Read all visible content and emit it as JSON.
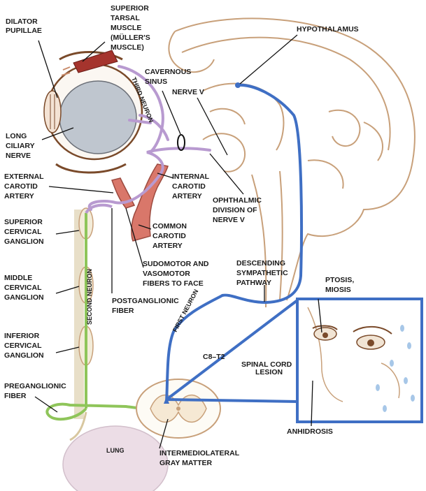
{
  "labels": {
    "dilator": [
      "DILATOR",
      "PUPILLAE"
    ],
    "superior_tarsal": [
      "SUPERIOR",
      "TARSAL",
      "MUSCLE",
      "(MÜLLER'S",
      "MUSCLE)"
    ],
    "hypothalamus": [
      "HYPOTHALAMUS"
    ],
    "cavernous": [
      "CAVERNOUS",
      "SINUS"
    ],
    "third_neuron": "THIRD NEURON",
    "nerve_v": [
      "NERVE V"
    ],
    "long_ciliary": [
      "LONG",
      "CILIARY",
      "NERVE"
    ],
    "external_carotid": [
      "EXTERNAL",
      "CAROTID",
      "ARTERY"
    ],
    "internal_carotid": [
      "INTERNAL",
      "CAROTID",
      "ARTERY"
    ],
    "ophthalmic": [
      "OPHTHALMIC",
      "DIVISION OF",
      "NERVE V"
    ],
    "superior_cervical": [
      "SUPERIOR",
      "CERVICAL",
      "GANGLION"
    ],
    "common_carotid": [
      "COMMON",
      "CAROTID",
      "ARTERY"
    ],
    "sudomotor": [
      "SUDOMOTOR AND",
      "VASOMOTOR",
      "FIBERS TO FACE"
    ],
    "descending": [
      "DESCENDING",
      "SYMPATHETIC",
      "PATHWAY"
    ],
    "middle_cervical": [
      "MIDDLE",
      "CERVICAL",
      "GANGLION"
    ],
    "second_neuron": "SECOND NEURON",
    "ptosis": [
      "PTOSIS,",
      "MIOSIS"
    ],
    "postganglionic": [
      "POSTGANGLIONIC",
      "FIBER"
    ],
    "first_neuron": "FIRST NEURON",
    "inferior_cervical": [
      "INFERIOR",
      "CERVICAL",
      "GANGLION"
    ],
    "c8t2": "C8–T2",
    "spinal_lesion": [
      "SPINAL CORD",
      "LESION"
    ],
    "preganglionic": [
      "PREGANGLIONIC",
      "FIBER"
    ],
    "anhidrosis": [
      "ANHIDROSIS"
    ],
    "lung": "LUNG",
    "intermediolateral": [
      "INTERMEDIOLATERAL",
      "GRAY MATTER"
    ]
  },
  "colors": {
    "first_neuron": "#3f6fc4",
    "second_neuron": "#8fc55a",
    "third_neuron": "#b89ad0",
    "artery": "#d9776a",
    "outline": "#c8a07a",
    "lung": "#ecdde6"
  }
}
